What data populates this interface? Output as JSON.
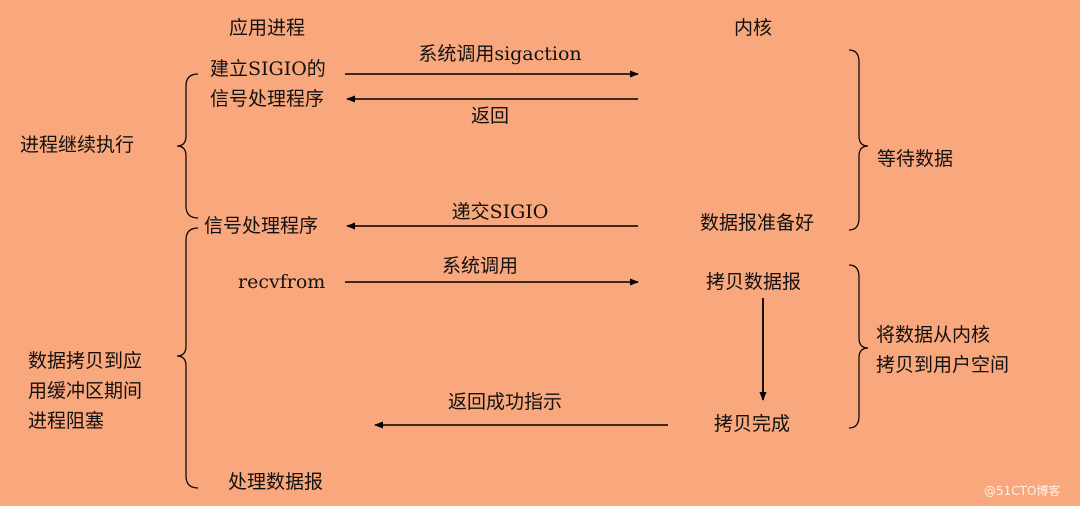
{
  "headers": {
    "app": "应用进程",
    "kernel": "内核"
  },
  "left": {
    "continue": "进程继续执行",
    "blocked": [
      "数据拷贝到应",
      "用缓冲区期间",
      "进程阻塞"
    ]
  },
  "app": {
    "setup": [
      "建立SIGIO的",
      "信号处理程序"
    ],
    "handler": "信号处理程序",
    "recv": "recvfrom",
    "process": "处理数据报"
  },
  "arrows": {
    "syscall_sigaction": "系统调用sigaction",
    "return": "返回",
    "deliver": "递交SIGIO",
    "syscall": "系统调用",
    "return_ok": "返回成功指示"
  },
  "kernel": {
    "ready": "数据报准备好",
    "copy": "拷贝数据报",
    "done": "拷贝完成"
  },
  "right": {
    "wait": "等待数据",
    "copy_desc": [
      "将数据从内核",
      "拷贝到用户空间"
    ]
  },
  "watermark": "@51CTO博客"
}
